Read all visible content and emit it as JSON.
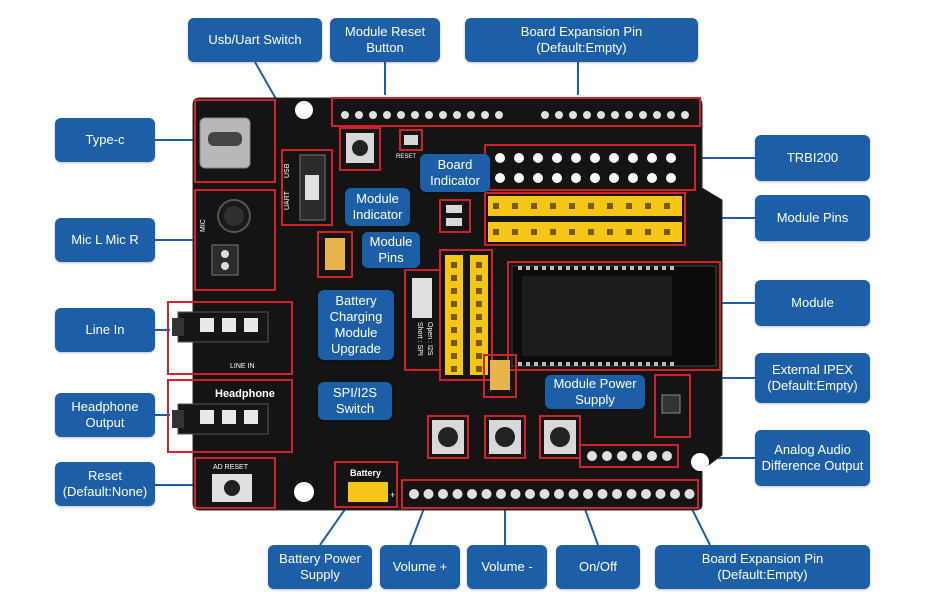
{
  "colors": {
    "label_bg": "#1d5fa6",
    "board": "#141414",
    "highlight": "#d0202a",
    "header_yellow": "#f5c518",
    "connector": "#e9b44c"
  },
  "board": {
    "silkscreen": {
      "line_in": "LINE IN",
      "headphone": "Headphone",
      "ad_reset": "AD RESET",
      "battery": "Battery",
      "open_i2s": "Open : I2S",
      "short_spi": "Short : SPI",
      "reset": "RESET",
      "usb": "USB",
      "uart": "UART",
      "mic": "MIC"
    }
  },
  "labels": {
    "usb_uart_switch": "Usb/Uart Switch",
    "module_reset_button": "Module Reset\nButton",
    "board_expansion_pin_top": "Board Expansion Pin\n(Default:Empty)",
    "type_c": "Type-c",
    "trbi200": "TRBI200",
    "board_indicator": "Board\nIndicator",
    "module_indicator": "Module\nIndicator",
    "module_pins_right": "Module Pins",
    "module_pins_mid": "Module\nPins",
    "mic_lr": "Mic L   Mic R",
    "battery_charging_upgrade": "Battery\nCharging\nModule\nUpgrade",
    "module": "Module",
    "line_in": "Line In",
    "external_ipex": "External IPEX\n(Default:Empty)",
    "module_power_supply": "Module Power\nSupply",
    "spi_i2s_switch": "SPI/I2S\nSwitch",
    "headphone_output": "Headphone\nOutput",
    "analog_audio_diff": "Analog Audio\nDifference Output",
    "reset_default_none": "Reset\n(Default:None)",
    "battery_power_supply": "Battery Power\nSupply",
    "volume_plus": "Volume +",
    "volume_minus": "Volume -",
    "on_off": "On/Off",
    "board_expansion_pin_bottom": "Board Expansion Pin\n(Default:Empty)"
  }
}
